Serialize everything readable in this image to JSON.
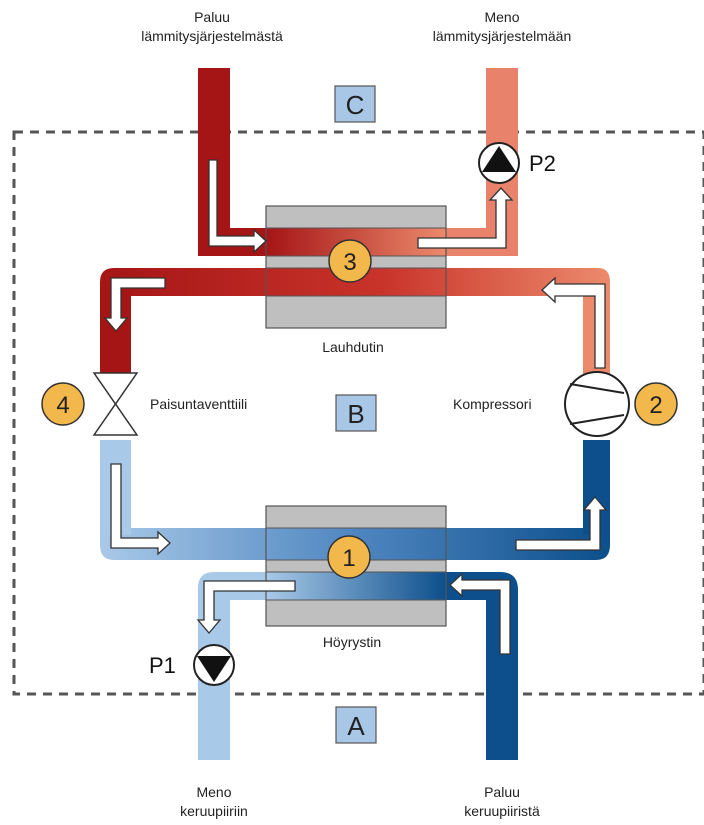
{
  "labels": {
    "top_left_line1": "Paluu",
    "top_left_line2": "lämmitysjärjestelmästä",
    "top_right_line1": "Meno",
    "top_right_line2": "lämmitysjärjestelmään",
    "bottom_left_line1": "Meno",
    "bottom_left_line2": "keruupiiriin",
    "bottom_right_line1": "Paluu",
    "bottom_right_line2": "keruupiiristä",
    "condenser": "Lauhdutin",
    "evaporator": "Höyrystin",
    "expansion_valve": "Paisuntaventtiili",
    "compressor": "Kompressori"
  },
  "zones": {
    "a": "A",
    "b": "B",
    "c": "C"
  },
  "steps": {
    "one": "1",
    "two": "2",
    "three": "3",
    "four": "4"
  },
  "pumps": {
    "p1": "P1",
    "p2": "P2"
  },
  "colors": {
    "hot_dark": "#a51516",
    "hot_mid": "#c8332a",
    "hot_light": "#e8826a",
    "cold_light": "#a9c9e8",
    "cold_mid": "#5e92c7",
    "cold_dark": "#0c4f8c",
    "exchanger_fill": "#bfbfbf",
    "badge_fill": "#f2b84b",
    "zone_fill": "#a8c6e6"
  }
}
